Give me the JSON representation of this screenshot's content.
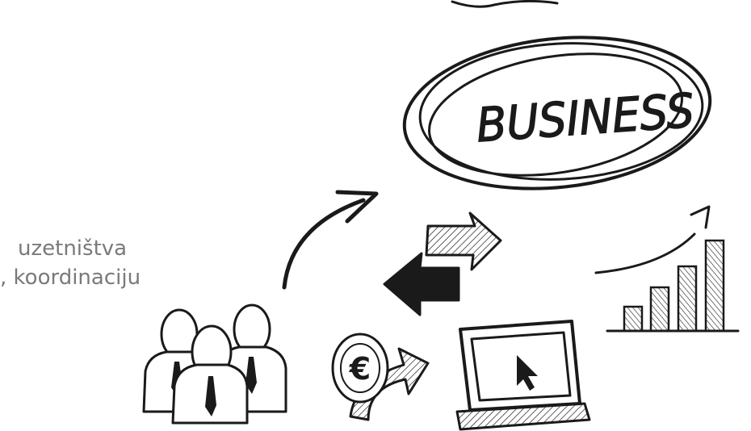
{
  "caption": {
    "line1": "uzetništva",
    "line2": ", koordinaciju"
  },
  "business_label": "BUSINESS",
  "euro_symbol": "€",
  "colors": {
    "background": "#ffffff",
    "ink": "#1a1a1a",
    "caption_text": "#7a7a7a"
  },
  "icons": [
    "curved-arrow-icon",
    "business-circle-icon",
    "exchange-arrows-icon",
    "growth-bar-chart-icon",
    "businesspeople-icon",
    "euro-coin-icon",
    "laptop-icon",
    "striped-arrow-icon"
  ]
}
